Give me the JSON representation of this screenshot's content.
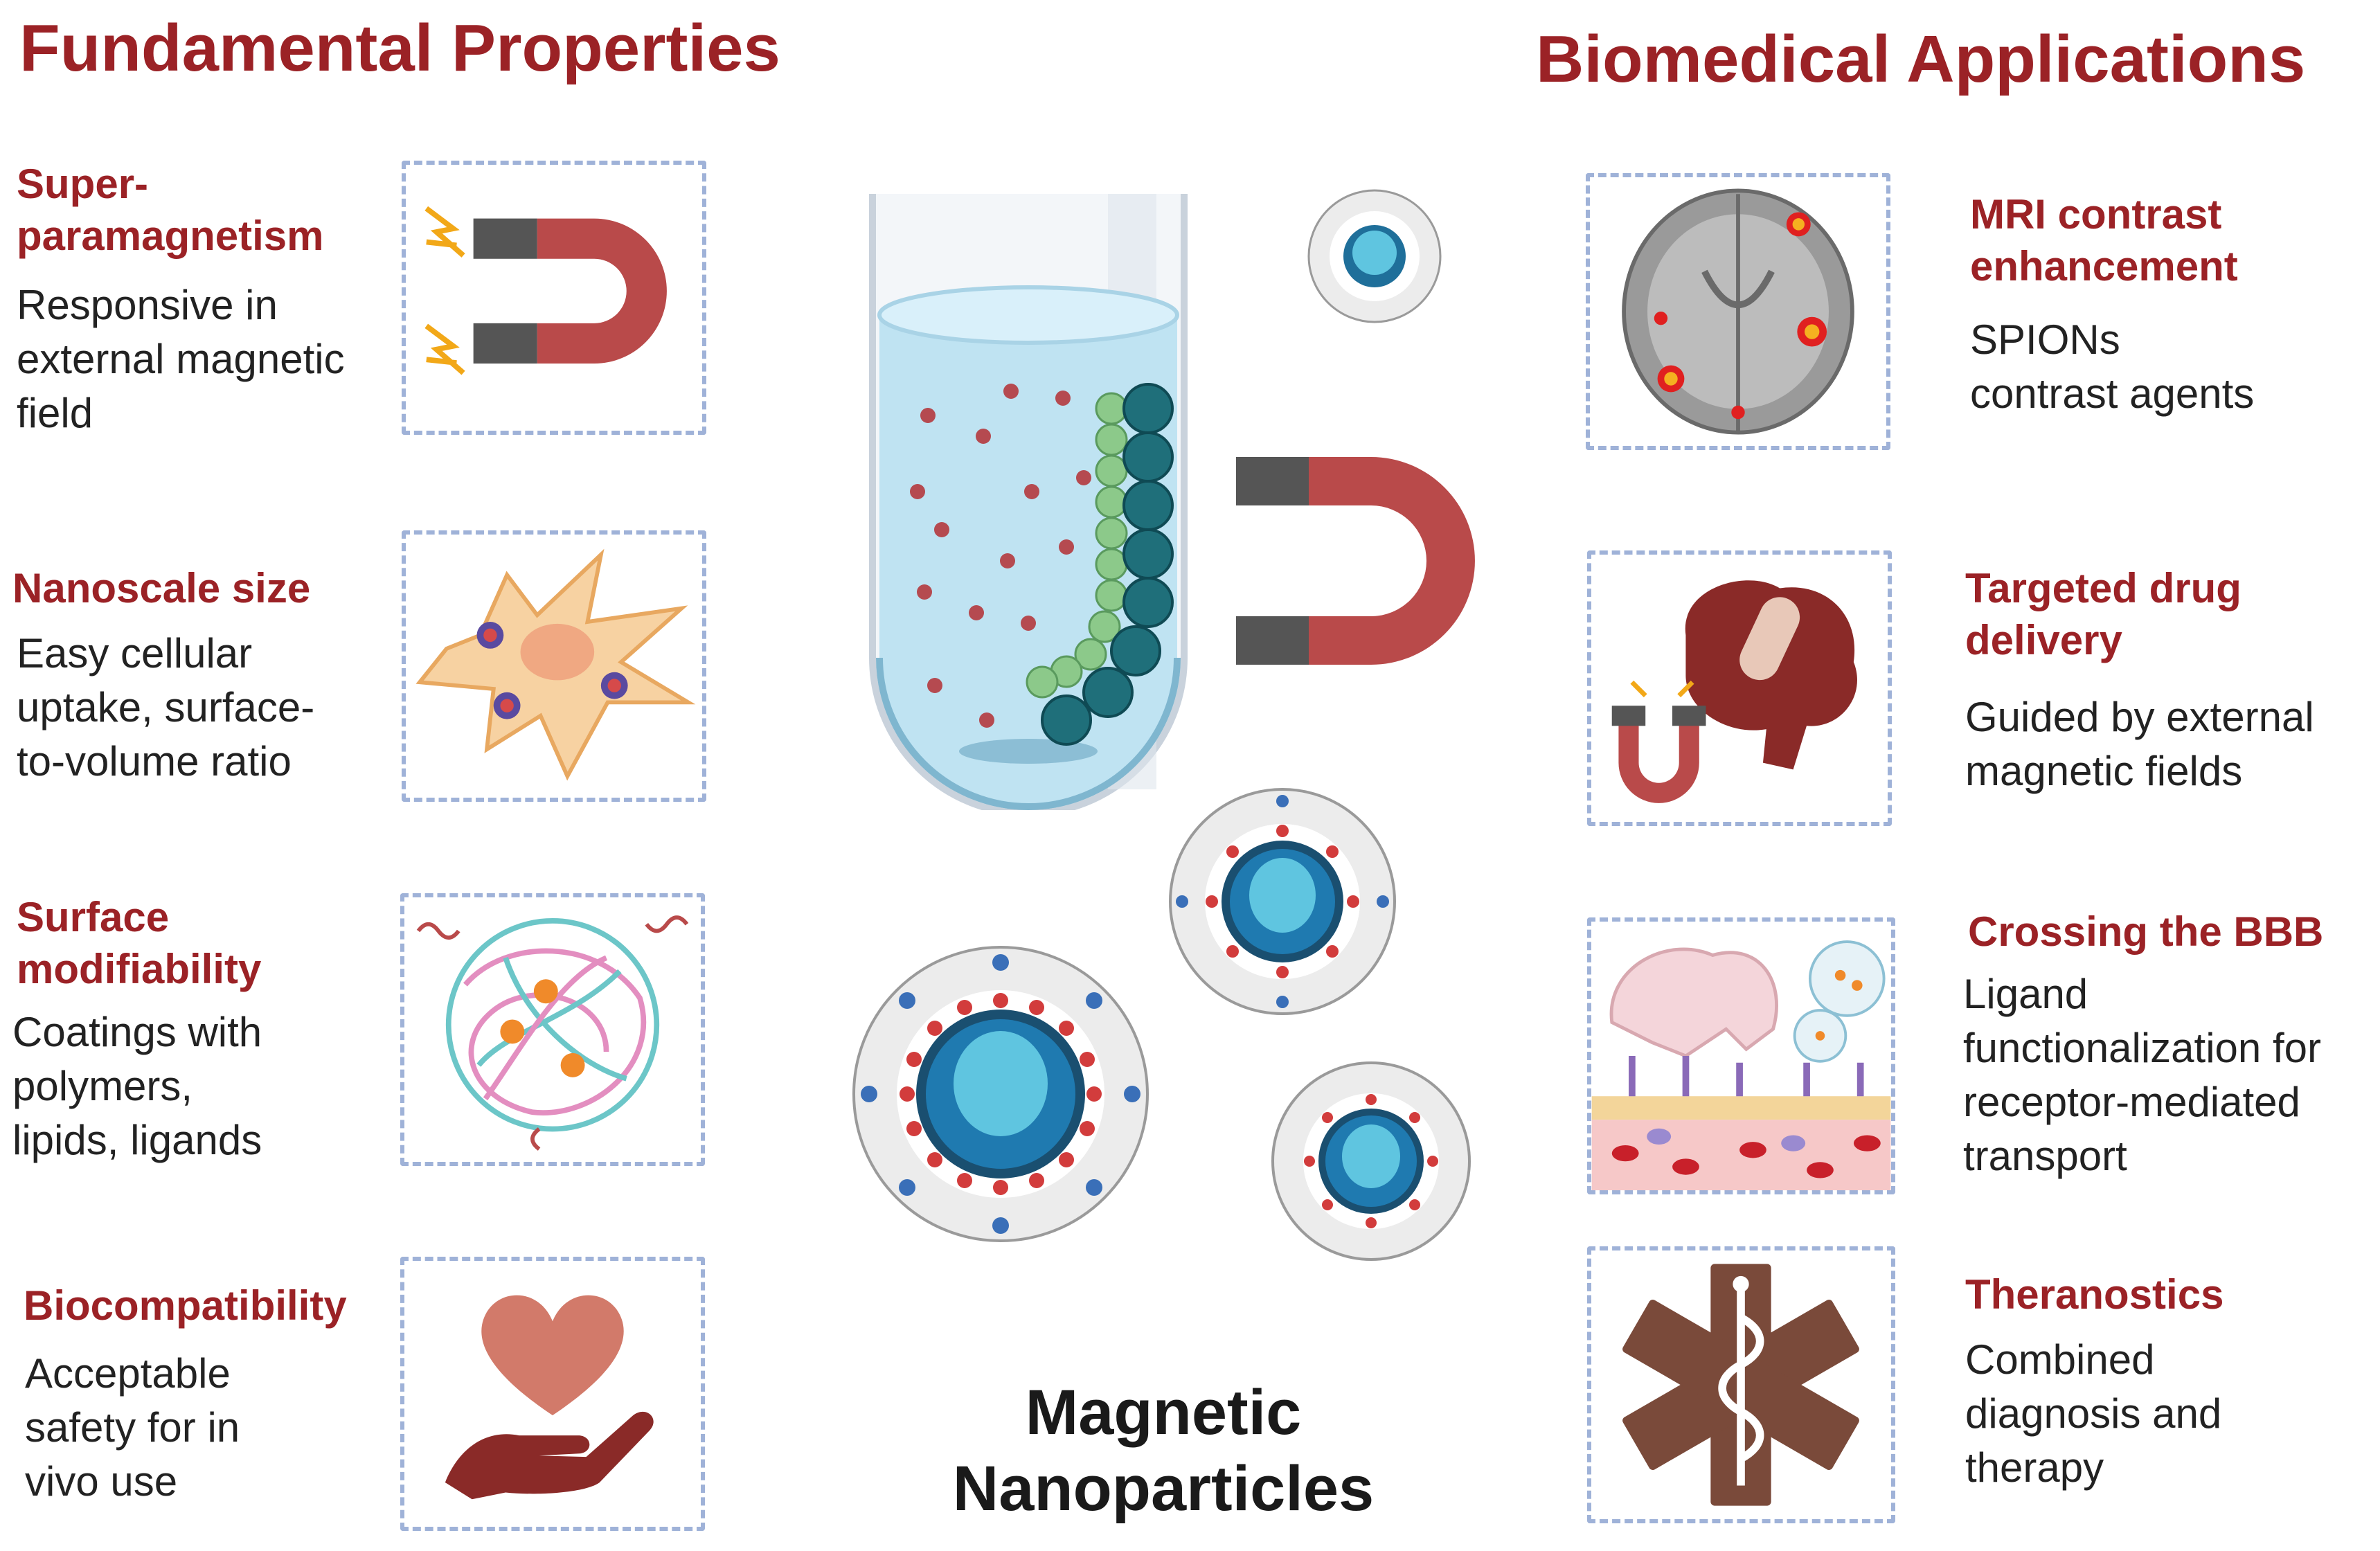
{
  "left_section": {
    "title": "Fundamental Properties",
    "items": [
      {
        "title_line1": "Super-",
        "title_line2": "paramagnetism",
        "desc": [
          "Responsive in",
          "external magnetic",
          "field"
        ],
        "icon": "magnet-icon"
      },
      {
        "title_line1": "Nanoscale size",
        "title_line2": "",
        "desc": [
          "Easy cellular",
          "uptake, surface-",
          "to-volume ratio"
        ],
        "icon": "cell-icon"
      },
      {
        "title_line1": "Surface",
        "title_line2": "modifiability",
        "desc": [
          "Coatings with",
          "polymers,",
          "lipids, ligands"
        ],
        "icon": "polymer-coil-icon"
      },
      {
        "title_line1": "Biocompatibility",
        "title_line2": "",
        "desc": [
          "Acceptable",
          "safety for in",
          "vivo use"
        ],
        "icon": "heart-hand-icon"
      }
    ]
  },
  "right_section": {
    "title": "Biomedical Applications",
    "items": [
      {
        "title_line1": "MRI contrast",
        "title_line2": "enhancement",
        "desc": [
          "SPIONs",
          "contrast agents"
        ],
        "icon": "brain-mri-icon"
      },
      {
        "title_line1": "Targeted drug",
        "title_line2": "delivery",
        "desc": [
          "Guided by external",
          "magnetic fields"
        ],
        "icon": "brain-pill-magnet-icon"
      },
      {
        "title_line1": "Crossing the BBB",
        "title_line2": "",
        "desc": [
          "Ligand",
          "functionalization for",
          "receptor-mediated",
          "transport"
        ],
        "icon": "blood-brain-barrier-icon"
      },
      {
        "title_line1": "Theranostics",
        "title_line2": "",
        "desc": [
          "Combined",
          "diagnosis and",
          "therapy"
        ],
        "icon": "medical-star-icon"
      }
    ]
  },
  "center": {
    "title_line1": "Magnetic",
    "title_line2": "Nanoparticles"
  },
  "colors": {
    "accent": "#9b2226",
    "magnet_red": "#b94a4a",
    "magnet_gray": "#555555",
    "box_border": "#9fb2d8",
    "particle_teal": "#1f6f7a",
    "particle_green": "#8cc98a"
  }
}
